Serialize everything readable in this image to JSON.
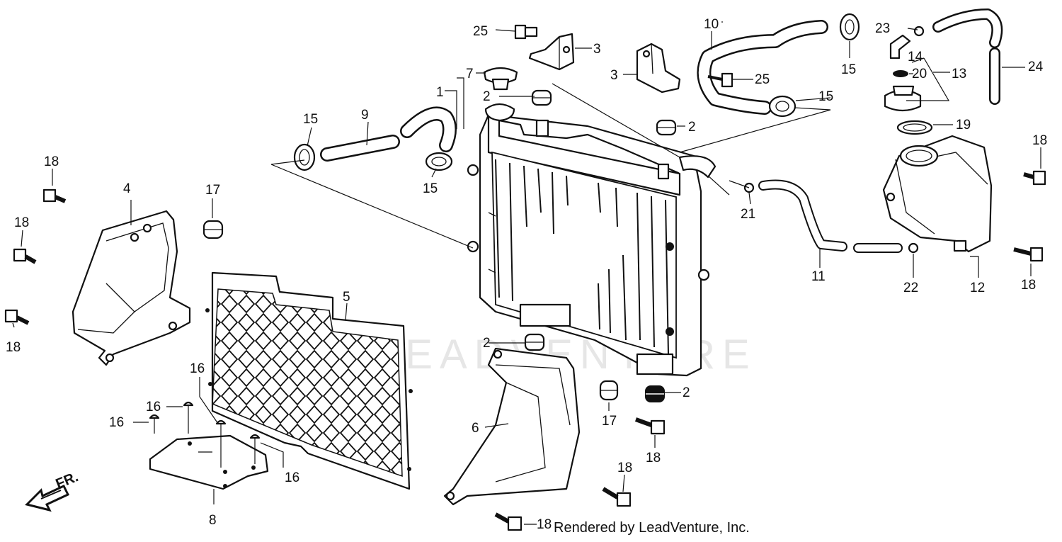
{
  "callouts": {
    "c1": "1",
    "c2a": "2",
    "c2b": "2",
    "c2c": "2",
    "c2d": "2",
    "c3a": "3",
    "c3b": "3",
    "c4": "4",
    "c5": "5",
    "c6": "6",
    "c7": "7",
    "c8": "8",
    "c9": "9",
    "c10": "10",
    "c11": "11",
    "c12": "12",
    "c13": "13",
    "c14": "14",
    "c15a": "15",
    "c15b": "15",
    "c15c": "15",
    "c15d": "15",
    "c16a": "16",
    "c16b": "16",
    "c16c": "16",
    "c16d": "16",
    "c17a": "17",
    "c17b": "17",
    "c18a": "18",
    "c18b": "18",
    "c18c": "18",
    "c18d": "18",
    "c18e": "18",
    "c18f": "18",
    "c18g": "18",
    "c18h": "18",
    "c19": "19",
    "c20": "20",
    "c21": "21",
    "c22": "22",
    "c23": "23",
    "c24": "24",
    "c25a": "25",
    "c25b": "25"
  },
  "direction_label": "FR.",
  "watermark": "LEADVENTURE",
  "credit": "Rendered by LeadVenture, Inc."
}
